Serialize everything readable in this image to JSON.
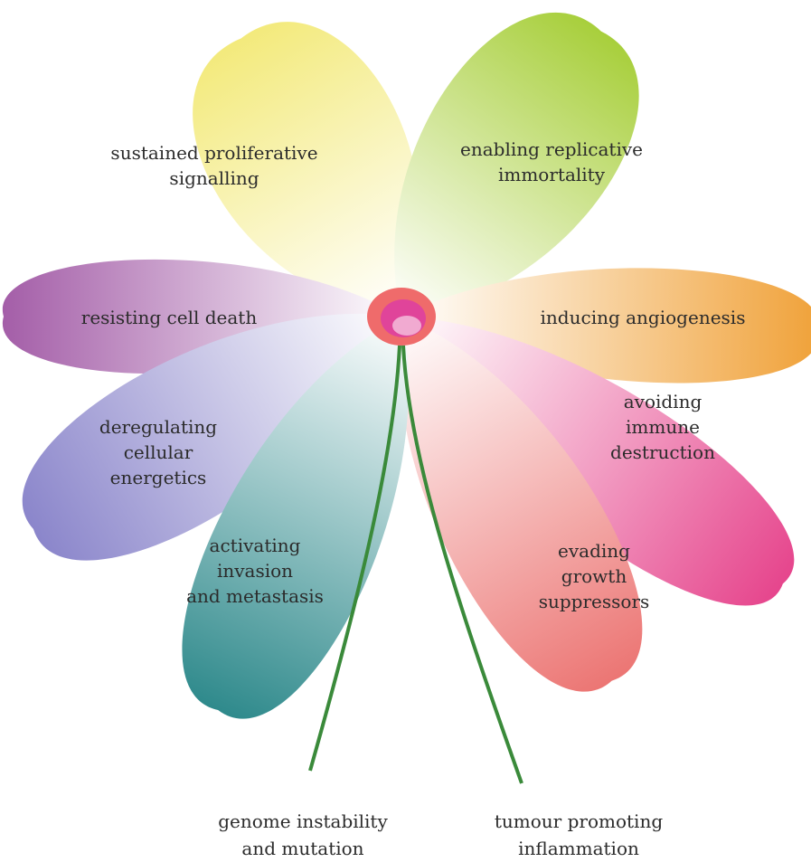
{
  "petals": [
    {
      "id": "sustained-proliferative-signalling",
      "lines": [
        "sustained proliferative",
        "signalling"
      ],
      "color_inner": "#ffffff",
      "color_outer": "#f3ea7c"
    },
    {
      "id": "enabling-replicative-immortality",
      "lines": [
        "enabling replicative",
        "immortality"
      ],
      "color_inner": "#ffffff",
      "color_outer": "#a8cf3c"
    },
    {
      "id": "resisting-cell-death",
      "lines": [
        "resisting cell death"
      ],
      "color_inner": "#ffffff",
      "color_outer": "#a45ea8"
    },
    {
      "id": "inducing-angiogenesis",
      "lines": [
        "inducing angiogenesis"
      ],
      "color_inner": "#ffffff",
      "color_outer": "#f0a23a"
    },
    {
      "id": "deregulating-cellular-energetics",
      "lines": [
        "deregulating",
        "cellular",
        "energetics"
      ],
      "color_inner": "#ffffff",
      "color_outer": "#8b86cb"
    },
    {
      "id": "avoiding-immune-destruction",
      "lines": [
        "avoiding",
        "immune",
        "destruction"
      ],
      "color_inner": "#ffffff",
      "color_outer": "#e6468d"
    },
    {
      "id": "activating-invasion-and-metastasis",
      "lines": [
        "activating",
        "invasion",
        "and metastasis"
      ],
      "color_inner": "#ffffff",
      "color_outer": "#2f8a8c"
    },
    {
      "id": "evading-growth-suppressors",
      "lines": [
        "evading",
        "growth",
        "suppressors"
      ],
      "color_inner": "#ffffff",
      "color_outer": "#ec7674"
    }
  ],
  "stems": [
    {
      "id": "genome-instability",
      "lines": [
        "genome instability",
        "and mutation"
      ]
    },
    {
      "id": "tumour-promoting-inflammation",
      "lines": [
        "tumour promoting",
        "inflammation"
      ]
    }
  ],
  "colors": {
    "stem": "#3a8a3a",
    "center_ring": "#ef6b6b",
    "center_core": "#e0449a"
  }
}
